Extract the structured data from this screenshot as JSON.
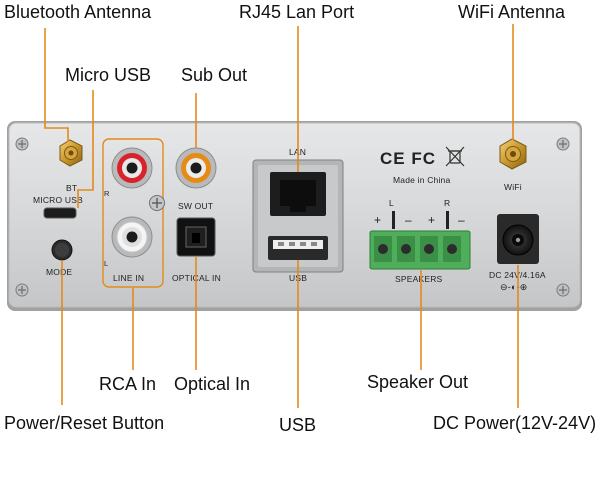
{
  "callouts": {
    "bluetooth_antenna": "Bluetooth Antenna",
    "rj45_lan_port": "RJ45 Lan Port",
    "wifi_antenna": "WiFi Antenna",
    "micro_usb": "Micro USB",
    "sub_out": "Sub Out",
    "rca_in": "RCA In",
    "optical_in": "Optical In",
    "speaker_out": "Speaker Out",
    "power_reset_button": "Power/Reset Button",
    "usb": "USB",
    "dc_power": "DC Power(12V-24V)"
  },
  "panel": {
    "bt": "BT",
    "micro_usb": "MICRO USB",
    "mode": "MODE",
    "r": "R",
    "l": "L",
    "line_in": "LINE IN",
    "sw_out": "SW OUT",
    "optical_in": "OPTICAL IN",
    "lan": "LAN",
    "usb": "USB",
    "ce_fc": "CE FC",
    "made_in": "Made in China",
    "speaker_plus_1": "+",
    "speaker_l": "L",
    "speaker_minus_1": "–",
    "speaker_plus_2": "+",
    "speaker_r": "R",
    "speaker_minus_2": "–",
    "speakers": "SPEAKERS",
    "wifi": "WiFi",
    "dc_rating": "DC 24V/4.16A",
    "dc_polarity": "⊖-◐-⊕"
  },
  "colors": {
    "leader_line": "#e48a1c",
    "panel_face": "#d9dadb",
    "panel_edge": "#a9abad",
    "terminal_green": "#4fae5a",
    "rca_red": "#d8232a",
    "rca_orange": "#e58b16"
  }
}
